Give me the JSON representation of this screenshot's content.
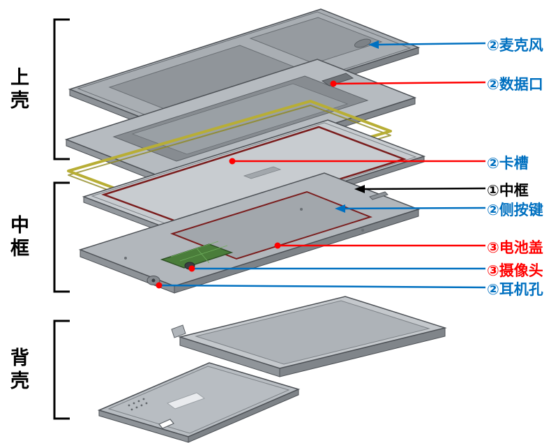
{
  "diagram": {
    "background": "#ffffff",
    "sections": [
      {
        "label": "上壳"
      },
      {
        "label": "中框"
      },
      {
        "label": "背壳"
      }
    ],
    "callouts": [
      {
        "text": "②麦克风",
        "text_color": "#0070c0",
        "line_color": "#0070c0",
        "marker": "arrow"
      },
      {
        "text": "②数据口",
        "text_color": "#0070c0",
        "line_color": "#ff0000",
        "marker": "dot"
      },
      {
        "text": "②卡槽",
        "text_color": "#0070c0",
        "line_color": "#ff0000",
        "marker": "dot"
      },
      {
        "text": "①中框",
        "text_color": "#000000",
        "line_color": "#000000",
        "marker": "arrow"
      },
      {
        "text": "②侧按键",
        "text_color": "#0070c0",
        "line_color": "#0070c0",
        "marker": "arrow"
      },
      {
        "text": "③电池盖",
        "text_color": "#ff0000",
        "line_color": "#ff0000",
        "marker": "dot"
      },
      {
        "text": "③摄像头",
        "text_color": "#ff0000",
        "line_color": "#0070c0",
        "marker": "dot"
      },
      {
        "text": "②耳机孔",
        "text_color": "#0070c0",
        "line_color": "#0070c0",
        "marker": "dot"
      }
    ],
    "colors": {
      "gasket_yellow": "#b8ae35",
      "gasket_yellow_dark": "#8f8820",
      "seal_red": "#7a1d1d",
      "pcb_green": "#4a7d3a",
      "marker_dot": "#ff0000",
      "bracket": "#000000"
    }
  }
}
